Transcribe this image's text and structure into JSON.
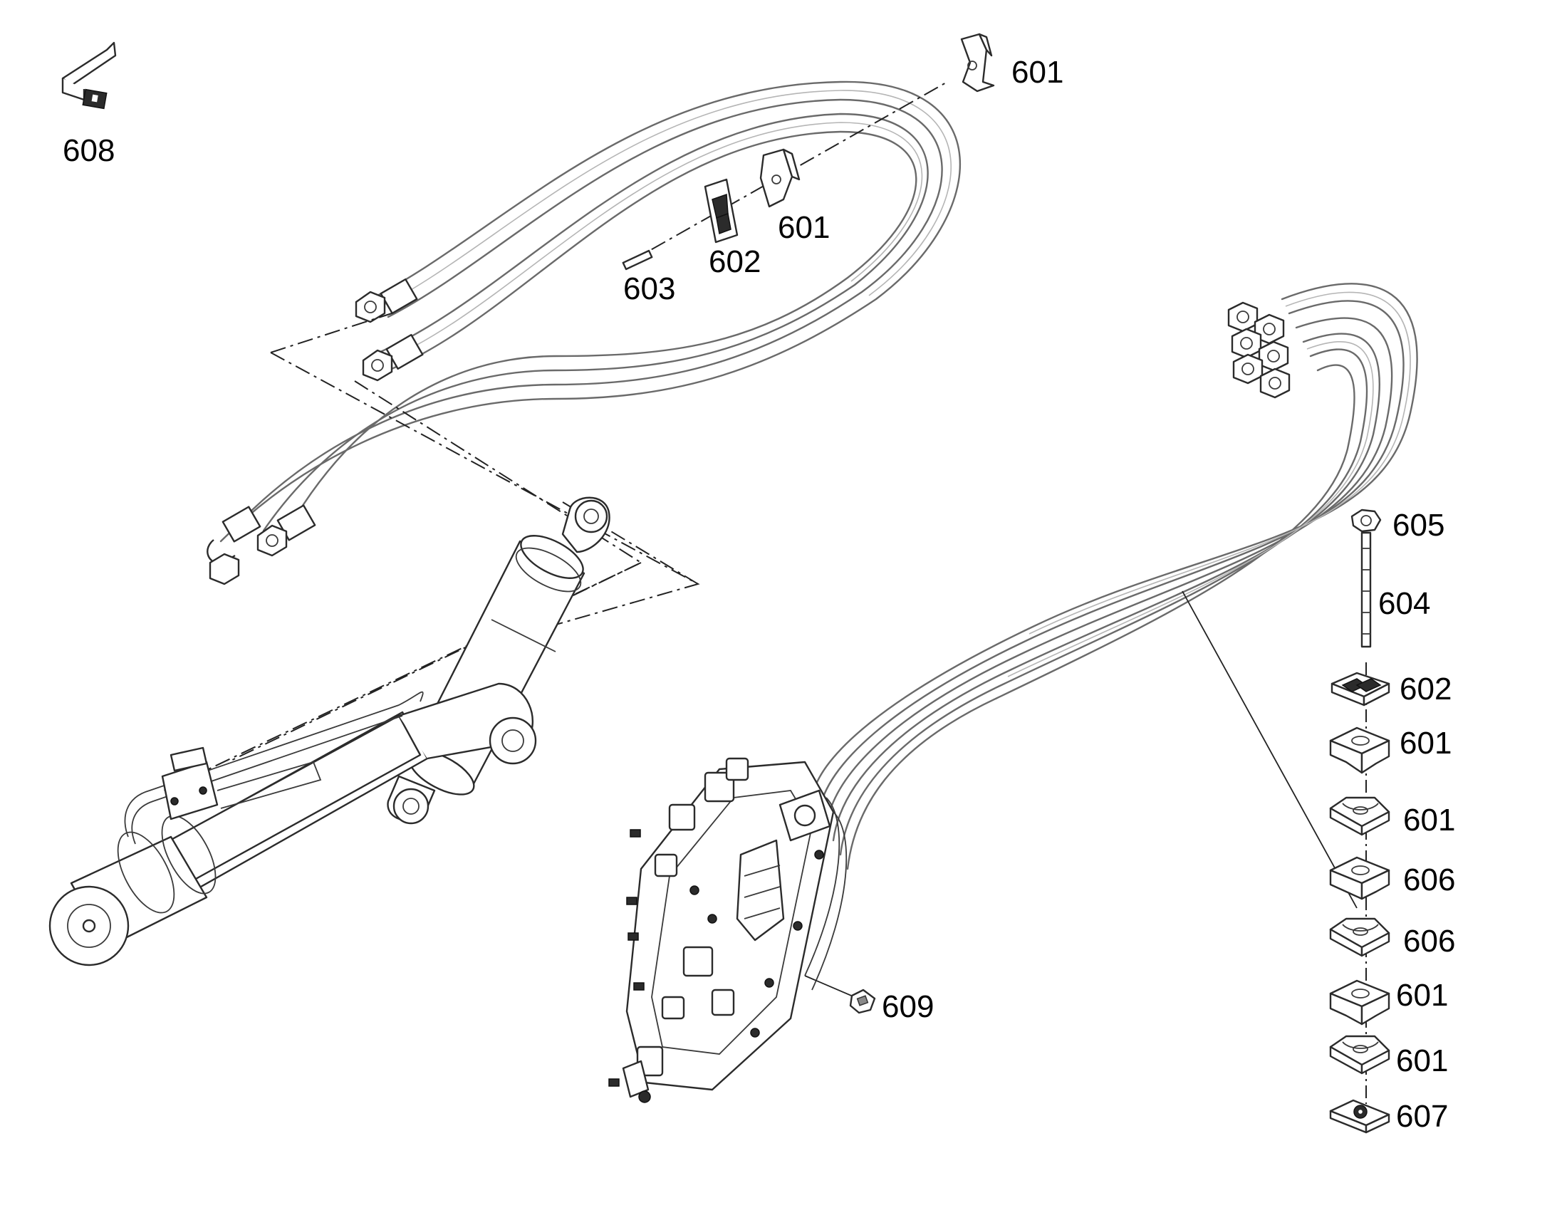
{
  "callouts": {
    "c601_top": "601",
    "c608": "608",
    "c601_mid": "601",
    "c602_mid": "602",
    "c603": "603",
    "c605": "605",
    "c604": "604",
    "c602_stack": "602",
    "c601_s1": "601",
    "c601_s2": "601",
    "c606_s1": "606",
    "c606_s2": "606",
    "c601_s3": "601",
    "c601_s4": "601",
    "c607": "607",
    "c609": "609"
  }
}
